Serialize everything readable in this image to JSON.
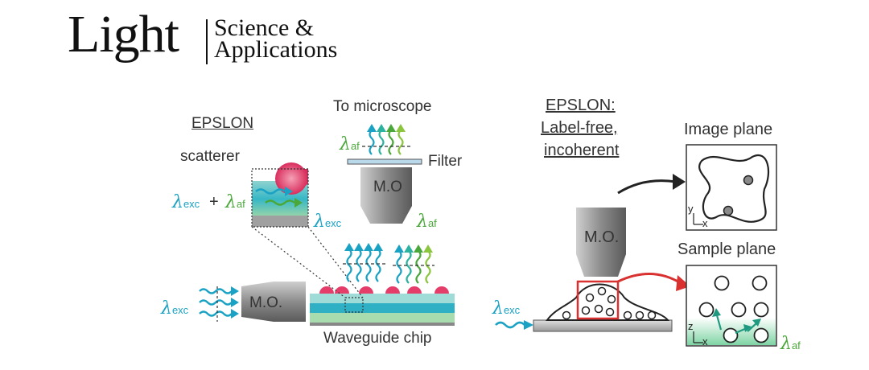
{
  "logo": {
    "main": "Light",
    "sub_line1": "Science &",
    "sub_line2": "Applications"
  },
  "left_panel": {
    "title": "EPSLON",
    "scatterer_label": "scatterer",
    "to_microscope_label": "To microscope",
    "filter_label": "Filter",
    "mo_top_label": "M.O",
    "mo_side_label": "M.O.",
    "waveguide_label": "Waveguide chip",
    "lambda_symbol": "λ",
    "exc_sub": "exc",
    "af_sub": "af",
    "plus": "+"
  },
  "right_panel": {
    "title_line1": "EPSLON:",
    "title_line2": "Label-free,",
    "title_line3": "incoherent",
    "image_plane_label": "Image plane",
    "sample_plane_label": "Sample plane",
    "mo_label": "M.O.",
    "axis_y": "y",
    "axis_x": "x",
    "axis_z": "z"
  },
  "colors": {
    "excitation": "#1aa2c4",
    "autofluorescence": "#4aa83a",
    "scatterer": "#e0335f",
    "highlight": "#d93030"
  }
}
